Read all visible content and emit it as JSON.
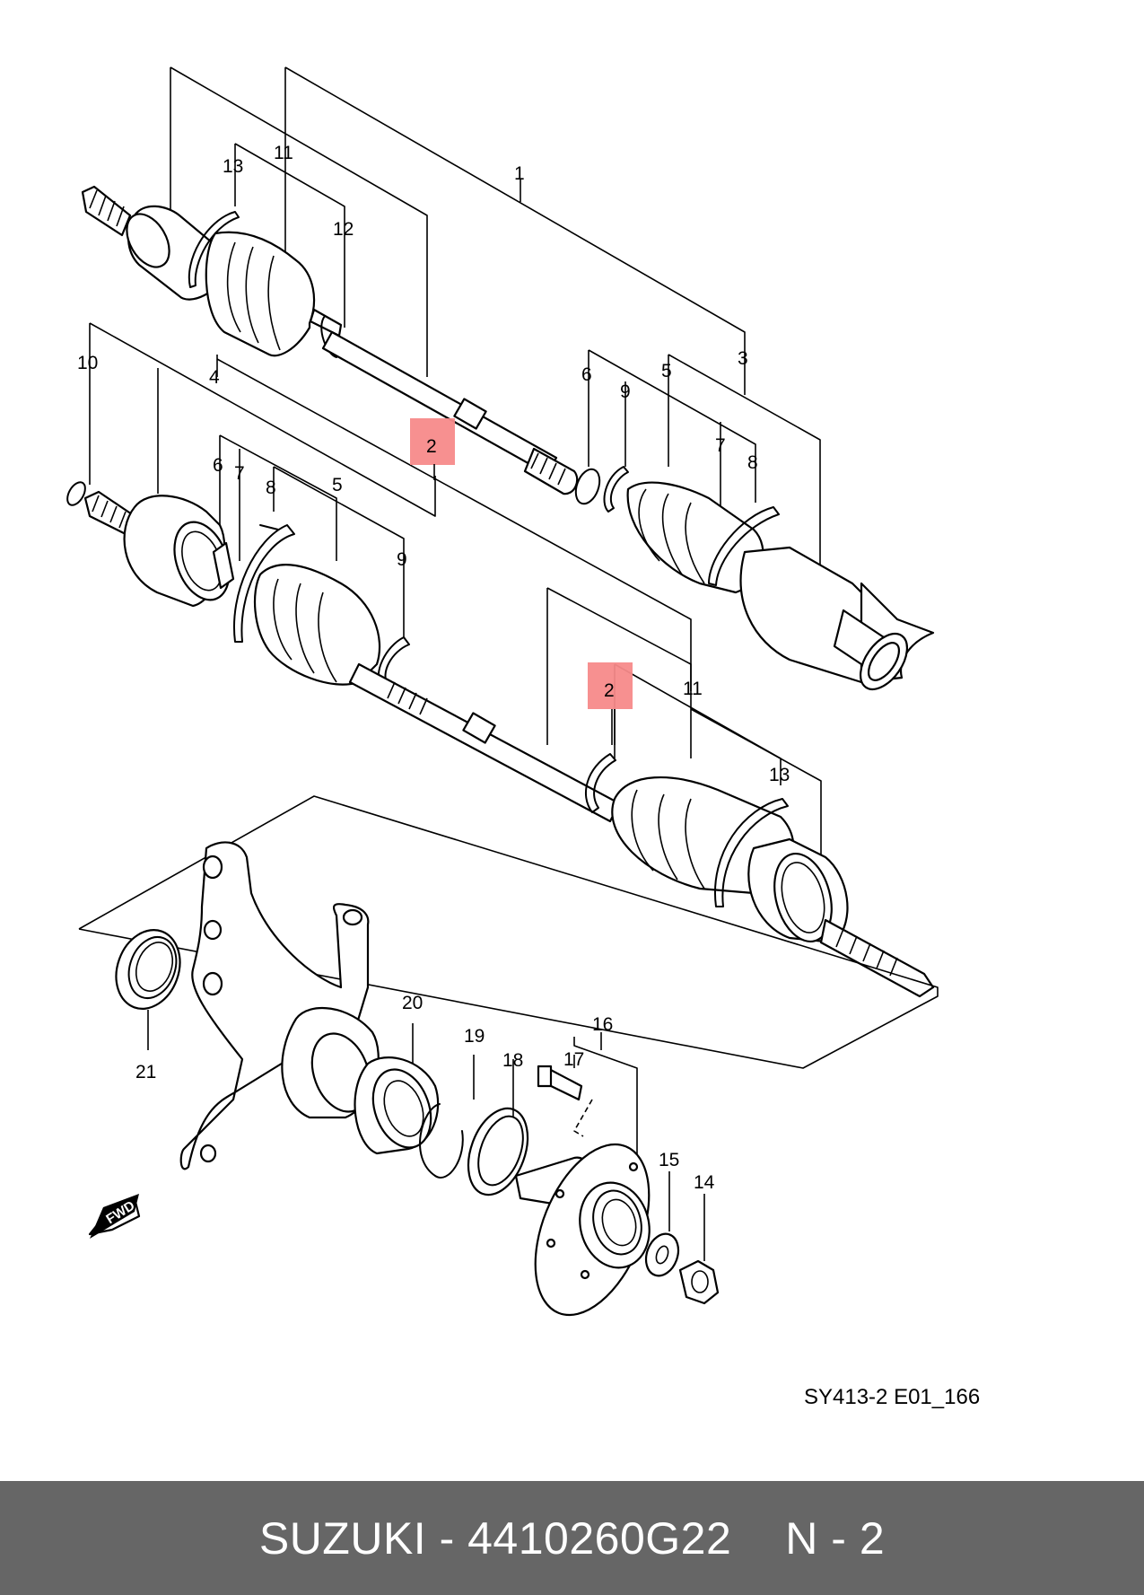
{
  "diagram": {
    "labels": {
      "l1": "1",
      "l2a": "2",
      "l2b": "2",
      "l3": "3",
      "l4": "4",
      "l5a": "5",
      "l5b": "5",
      "l6a": "6",
      "l6b": "6",
      "l7a": "7",
      "l7b": "7",
      "l8a": "8",
      "l8b": "8",
      "l9a": "9",
      "l9b": "9",
      "l10": "10",
      "l11a": "11",
      "l11b": "11",
      "l12": "12",
      "l13a": "13",
      "l13b": "13",
      "l14": "14",
      "l15": "15",
      "l16": "16",
      "l17": "17",
      "l18": "18",
      "l19": "19",
      "l20": "20",
      "l21": "21"
    },
    "fwd_badge": "FWD",
    "drawing_code": "SY413-2 E01_166",
    "highlight_color": "#f78a8a"
  },
  "footer": {
    "part_text": "SUZUKI - 4410260G22",
    "ref_text": "N - 2",
    "background": "#666666"
  }
}
